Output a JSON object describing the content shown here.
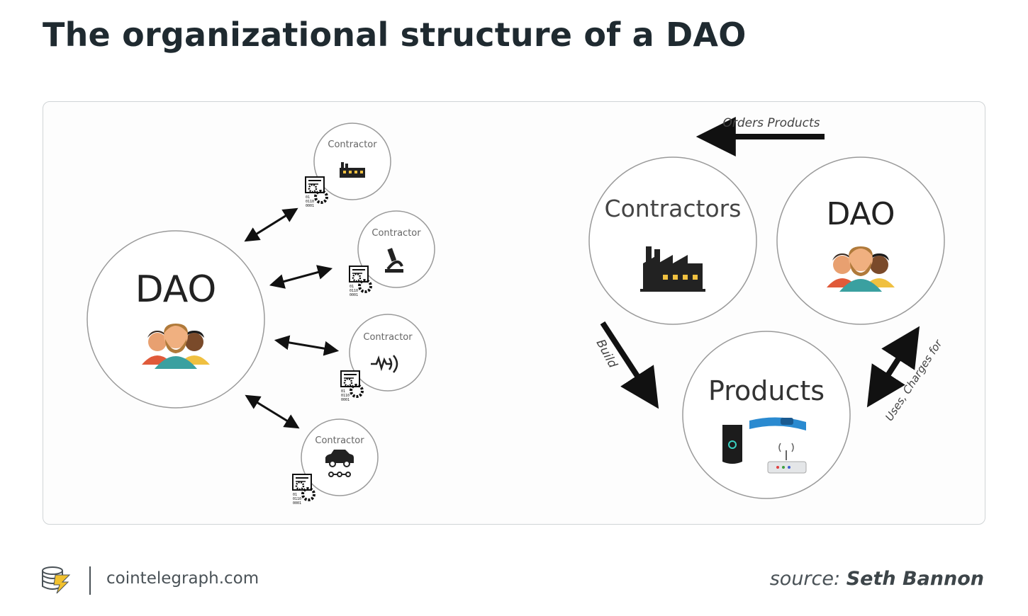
{
  "header": {
    "title": "The organizational structure of a DAO"
  },
  "left_diagram": {
    "dao_label": "DAO",
    "contractors": [
      {
        "label": "Contractor",
        "icon": "factory-icon"
      },
      {
        "label": "Contractor",
        "icon": "microscope-icon"
      },
      {
        "label": "Contractor",
        "icon": "sound-wave-icon"
      },
      {
        "label": "Contractor",
        "icon": "car-icon"
      }
    ]
  },
  "right_diagram": {
    "contractors_label": "Contractors",
    "dao_label": "DAO",
    "products_label": "Products",
    "orders_label": "Orders Products",
    "build_label": "Build",
    "uses_label": "Uses, Charges for"
  },
  "footer": {
    "site": "cointelegraph.com",
    "source_prefix": "source:",
    "source_name": "Seth Bannon"
  },
  "colors": {
    "title": "#1f2a30",
    "circle_stroke": "#9a9a9a",
    "arrow": "#111111",
    "logo_accent": "#f2c12e"
  }
}
